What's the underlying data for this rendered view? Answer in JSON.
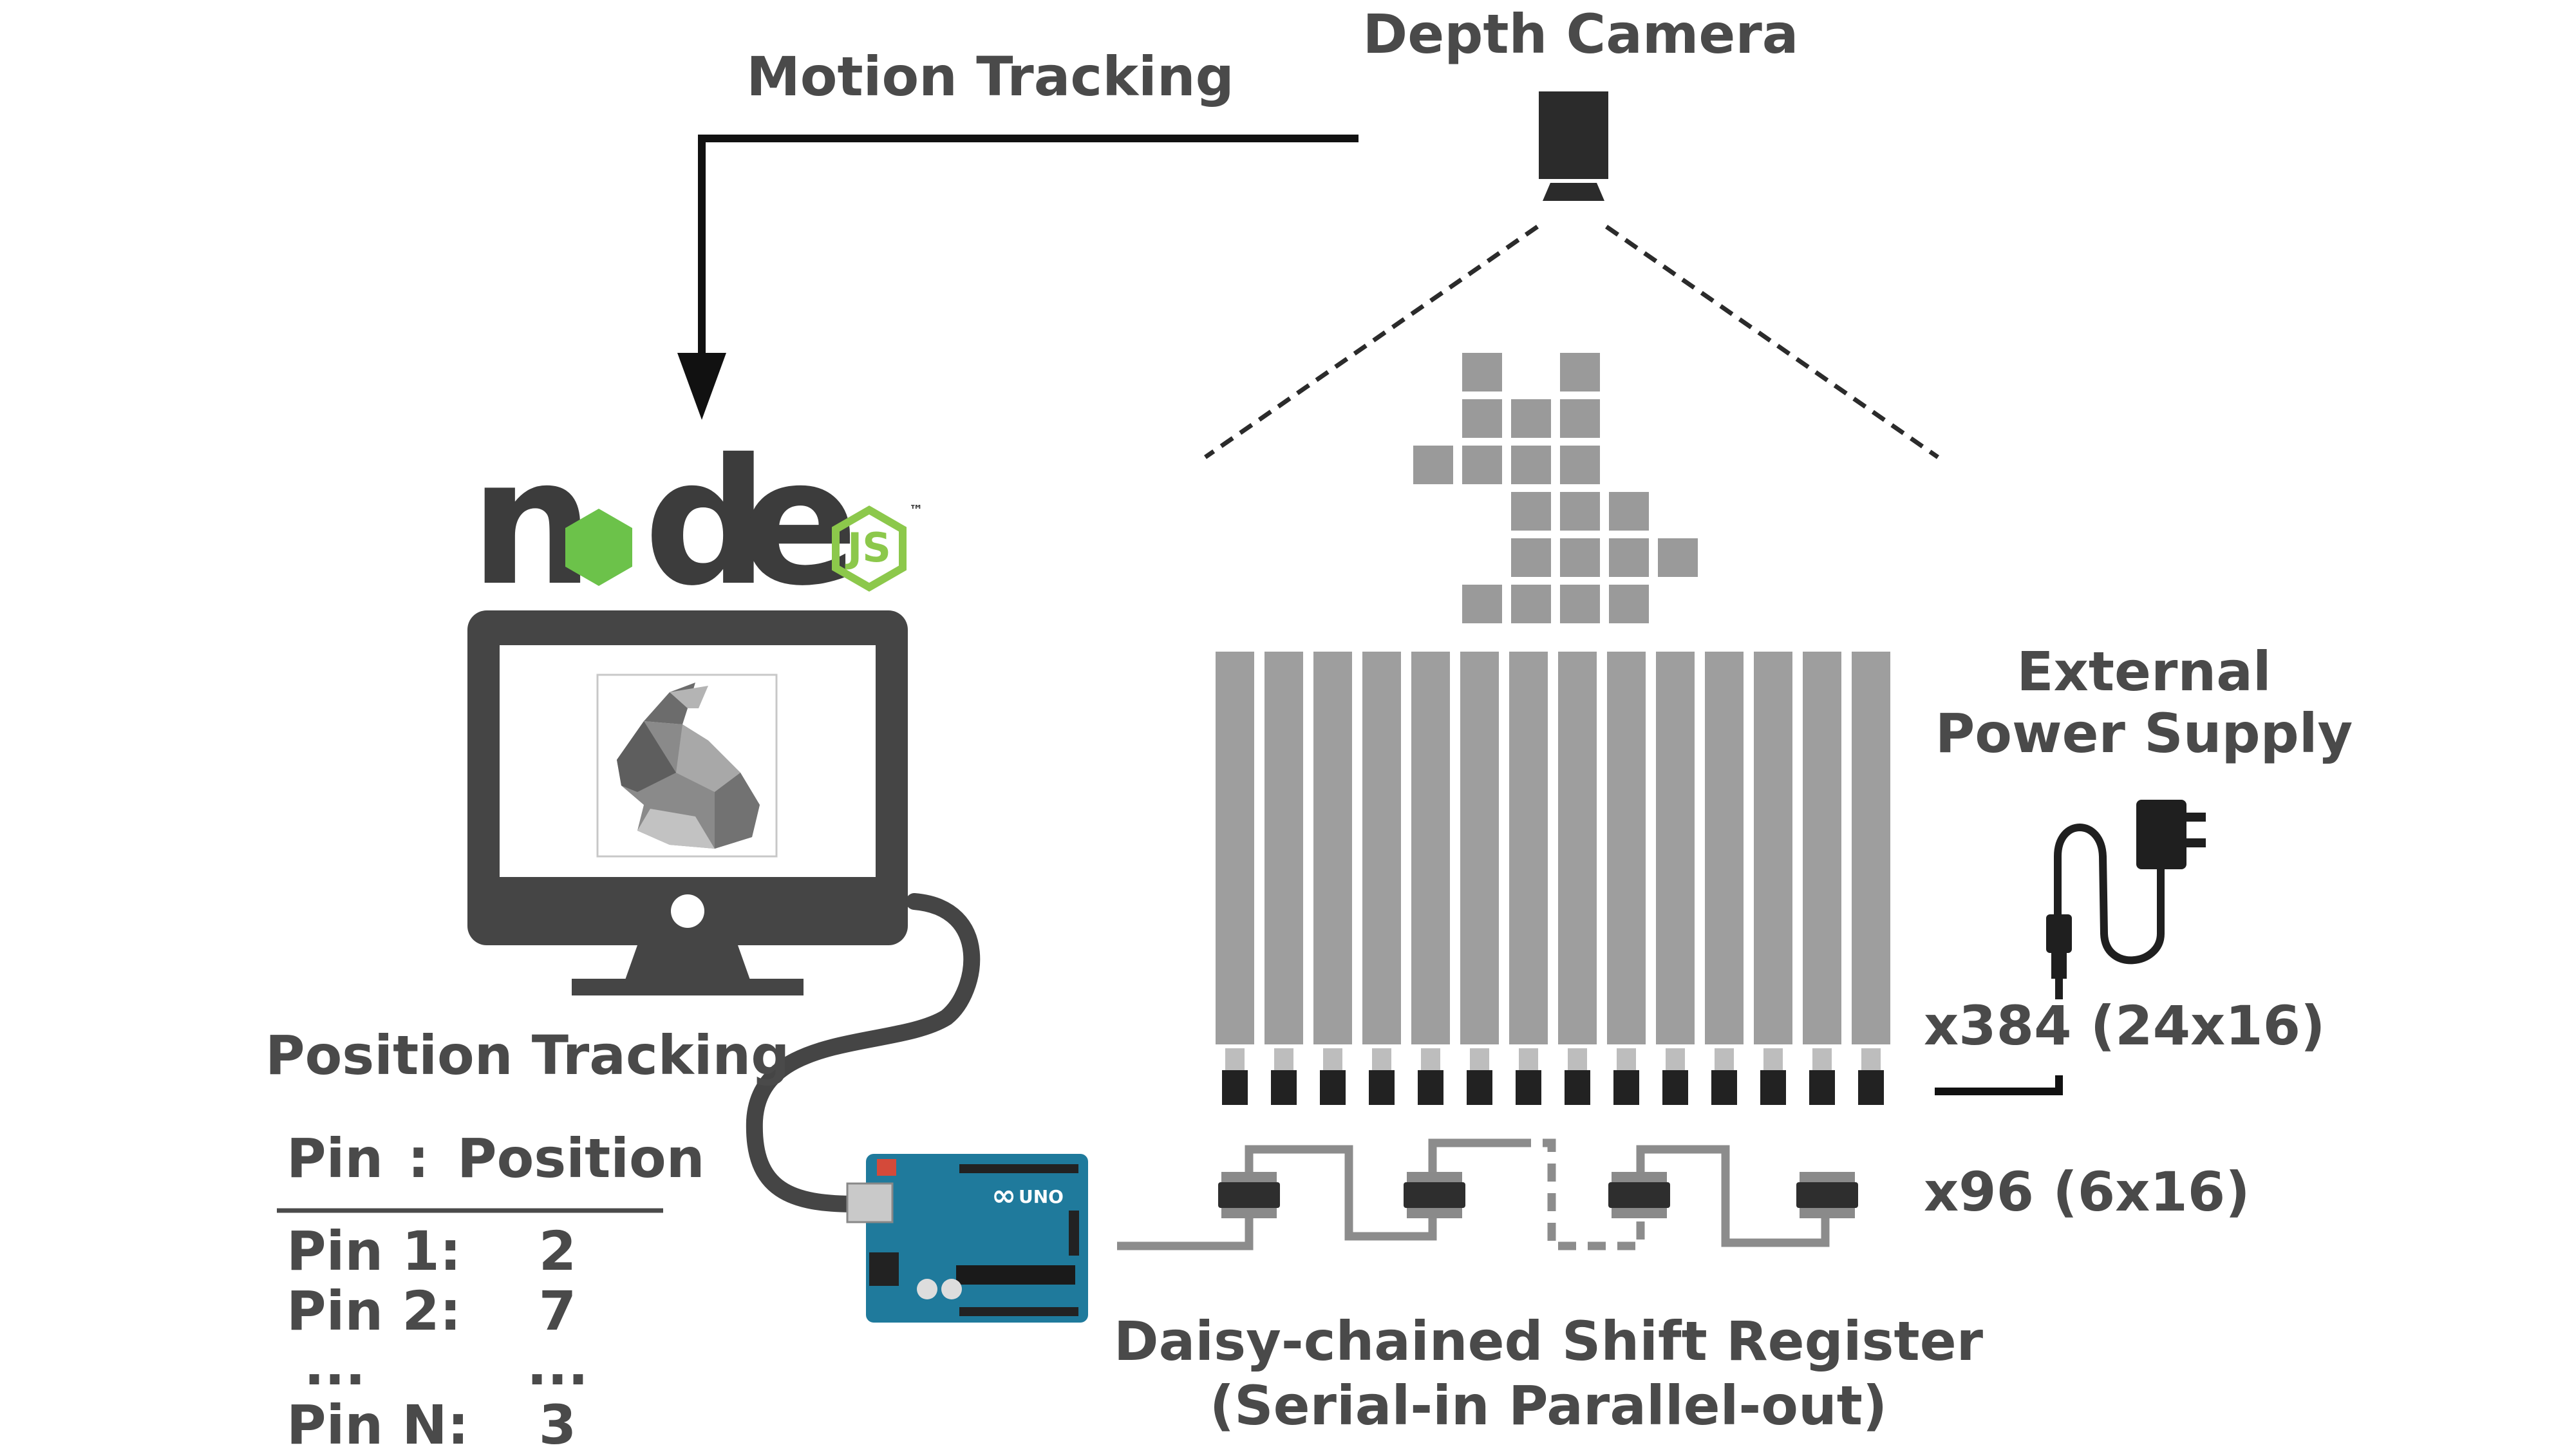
{
  "labels": {
    "depth_camera": "Depth Camera",
    "motion_tracking": "Motion Tracking",
    "external_power_line1": "External",
    "external_power_line2": "Power Supply",
    "pin_count": "x384 (24x16)",
    "register_count": "x96 (6x16)",
    "shift_register_line1": "Daisy-chained Shift Register",
    "shift_register_line2": "(Serial-in Parallel-out)",
    "position_tracking": "Position Tracking"
  },
  "logo": {
    "letters": [
      "n",
      "o",
      "d",
      "e"
    ],
    "badge": "JS",
    "trademark": "™",
    "dark_color": "#3c3c3c",
    "green_color": "#8cc84b",
    "hex_color": "#6cc24a"
  },
  "arduino": {
    "brand": "∞",
    "model": "UNO",
    "color": "#1f7a9c"
  },
  "pin_table": {
    "header_pin": "Pin",
    "header_sep": ":",
    "header_position": "Position",
    "rows": [
      {
        "pin": "Pin 1:",
        "position": "2"
      },
      {
        "pin": "Pin 2:",
        "position": "7"
      },
      {
        "pin": "...",
        "position": "..."
      },
      {
        "pin": "Pin N:",
        "position": "3"
      }
    ]
  },
  "colors": {
    "text": "#4a4a4a",
    "monitor": "#454545",
    "pins": "#9e9e9e",
    "pixels": "#9a9a9a",
    "chip": "#2e2e2e",
    "wire": "#8c8c8c"
  }
}
